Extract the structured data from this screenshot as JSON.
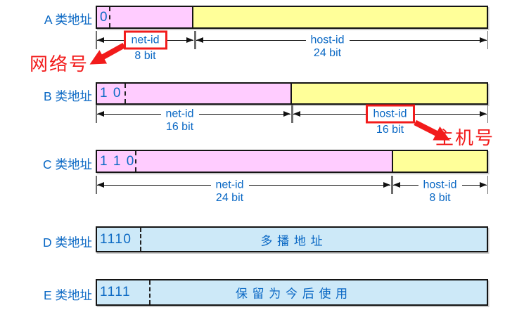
{
  "diagram_title": "IPv4 address classes (A–E) net-id / host-id structure",
  "rows": [
    {
      "label": "A 类地址",
      "bits": "0",
      "net": {
        "name": "net-id",
        "bit": "8 bit"
      },
      "host": {
        "name": "host-id",
        "bit": "24 bit"
      }
    },
    {
      "label": "B 类地址",
      "bits": "1 0",
      "net": {
        "name": "net-id",
        "bit": "16 bit"
      },
      "host": {
        "name": "host-id",
        "bit": "16 bit"
      }
    },
    {
      "label": "C 类地址",
      "bits": "1 1 0",
      "net": {
        "name": "net-id",
        "bit": "24 bit"
      },
      "host": {
        "name": "host-id",
        "bit": "8 bit"
      }
    },
    {
      "label": "D 类地址",
      "bits": "1110",
      "content": "多 播 地 址"
    },
    {
      "label": "E 类地址",
      "bits": "1111",
      "content": "保 留 为 今 后 使 用"
    }
  ],
  "callouts": {
    "network": "网络号",
    "host": "主机号"
  },
  "icons": {
    "red_arrow_to_network": "thick-red-arrow-down-left",
    "red_arrow_to_host": "thick-red-arrow-down-right"
  },
  "colors": {
    "net_id_fill": "#ffccff",
    "host_id_fill": "#ffff99",
    "reserved_fill": "#cde9f8",
    "text_blue": "#0a68c4",
    "callout_red": "#f21b1b",
    "bar_border": "#141414"
  }
}
